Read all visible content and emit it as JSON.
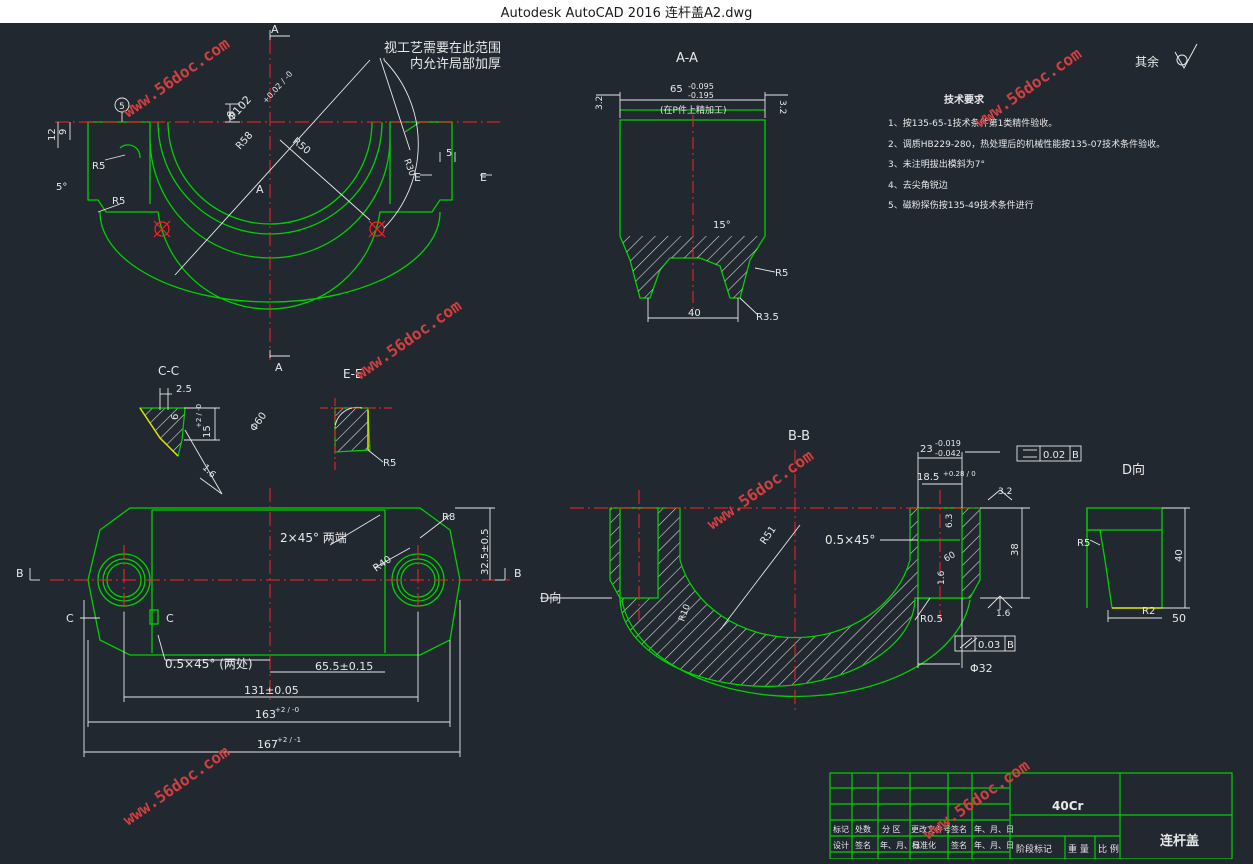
{
  "window": {
    "title": "Autodesk AutoCAD 2016     连杆盖A2.dwg"
  },
  "watermark": "www.56doc.com",
  "labels": {
    "view_aa": "A-A",
    "view_cc": "C-C",
    "view_ee": "E-E",
    "view_bb": "B-B",
    "view_d": "D向",
    "d_arrow": "D向",
    "A": "A",
    "E": "E",
    "B": "B",
    "C": "C",
    "other_roughness": "其余",
    "note1": "视工艺需要在此范围",
    "note2": "内允许局部加厚",
    "dia102": "Φ102",
    "tol102": "+0.02 / -0",
    "r58": "R58",
    "r50": "R50",
    "r5": "R5",
    "r30": "R30",
    "five": "5",
    "nine": "9",
    "twelve": "12",
    "eight": "8",
    "deg5": "5°",
    "circle5": "5",
    "dim65": "65",
    "tol65a": "-0.095",
    "tol65b": "-0.195",
    "cond65": "(在P件上精加工)",
    "rough32": "3.2",
    "deg15": "15°",
    "r35": "R3.5",
    "forty": "40",
    "dim25": "2.5",
    "six": "6",
    "dim15": "15",
    "tol15": "+2 / -0",
    "dia60": "Φ60",
    "dim16": "1.6",
    "chamfer_two": "2×45° 两端",
    "r8": "R8",
    "r40": "R40",
    "dim325": "32.5±0.5",
    "chamfer_small": "0.5×45° (两处)",
    "dim655": "65.5±0.15",
    "dim131": "131±0.05",
    "dim163": "163",
    "tol163": "+2 / -0",
    "dim167": "167",
    "tol167": "+2 / -1",
    "dim23": "23",
    "tol23a": "-0.019",
    "tol23b": "-0.042",
    "dim185": "18.5",
    "tol185": "+0.28 / 0",
    "tol_box1": "0.02",
    "tol_box2": "0.03",
    "datum": "B",
    "r51": "R51",
    "chamfer_bb": "0.5×45°",
    "dim38": "38",
    "dim63": "6.3",
    "deg60": "60",
    "r10": "R10",
    "r05": "R0.5",
    "dia32": "Φ32",
    "r2": "R2",
    "dim50": "50"
  },
  "tech": {
    "title": "技术要求",
    "items": [
      "1、按135-65-1技术条件第1类精件验收。",
      "2、调质HB229-280，热处理后的机械性能按135-07技术条件验收。",
      "3、未注明拔出模斜为7°",
      "4、去尖角锐边",
      "5、磁粉探伤按135-49技术条件进行"
    ]
  },
  "title_block": {
    "material": "40Cr",
    "part_name": "连杆盖",
    "row1": [
      "标记",
      "处数",
      "分 区",
      "更改文件号",
      "签名",
      "年、月、日"
    ],
    "row2": [
      "设计",
      "签名",
      "年、月、日",
      "标准化",
      "签名",
      "年、月、日"
    ],
    "stage": [
      "阶段标记",
      "重 量",
      "比 例"
    ]
  },
  "colors": {
    "bg": "#212830",
    "line": "#00d000",
    "center": "#ff2020",
    "dim": "#e8e8e8",
    "hatch": "#d8d8d8",
    "yellow": "#e0e000"
  }
}
